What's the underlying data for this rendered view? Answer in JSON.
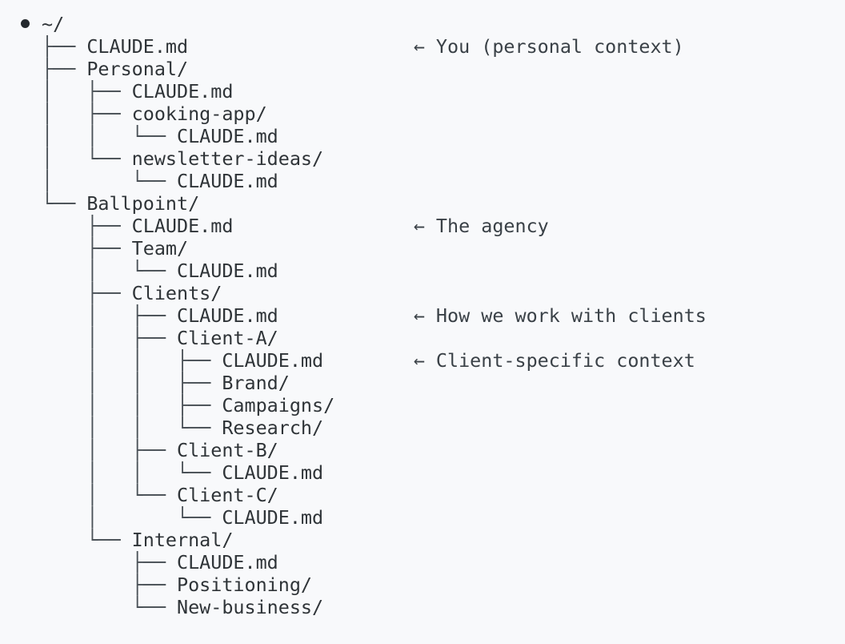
{
  "document": {
    "kind": "ascii-directory-tree",
    "background_color": "#f8f9fb",
    "text_color": "#3a4147",
    "glyph_color": "#4a5157",
    "root_marker": "bullet",
    "note_column": 33,
    "root_label": "~/"
  },
  "tree": {
    "lines": [
      {
        "prefix": "",
        "label": "~/",
        "note": "",
        "depth": 0
      },
      {
        "prefix": "├── ",
        "label": "CLAUDE.md",
        "note": "← You (personal context)",
        "depth": 1
      },
      {
        "prefix": "├── ",
        "label": "Personal/",
        "note": "",
        "depth": 1
      },
      {
        "prefix": "│   ├── ",
        "label": "CLAUDE.md",
        "note": "",
        "depth": 2
      },
      {
        "prefix": "│   ├── ",
        "label": "cooking-app/",
        "note": "",
        "depth": 2
      },
      {
        "prefix": "│   │   └── ",
        "label": "CLAUDE.md",
        "note": "",
        "depth": 3
      },
      {
        "prefix": "│   └── ",
        "label": "newsletter-ideas/",
        "note": "",
        "depth": 2
      },
      {
        "prefix": "│       └── ",
        "label": "CLAUDE.md",
        "note": "",
        "depth": 3
      },
      {
        "prefix": "└── ",
        "label": "Ballpoint/",
        "note": "",
        "depth": 1
      },
      {
        "prefix": "    ├── ",
        "label": "CLAUDE.md",
        "note": "← The agency",
        "depth": 2
      },
      {
        "prefix": "    ├── ",
        "label": "Team/",
        "note": "",
        "depth": 2
      },
      {
        "prefix": "    │   └── ",
        "label": "CLAUDE.md",
        "note": "",
        "depth": 3
      },
      {
        "prefix": "    ├── ",
        "label": "Clients/",
        "note": "",
        "depth": 2
      },
      {
        "prefix": "    │   ├── ",
        "label": "CLAUDE.md",
        "note": "← How we work with clients",
        "depth": 3
      },
      {
        "prefix": "    │   ├── ",
        "label": "Client-A/",
        "note": "",
        "depth": 3
      },
      {
        "prefix": "    │   │   ├── ",
        "label": "CLAUDE.md",
        "note": "← Client-specific context",
        "depth": 4
      },
      {
        "prefix": "    │   │   ├── ",
        "label": "Brand/",
        "note": "",
        "depth": 4
      },
      {
        "prefix": "    │   │   ├── ",
        "label": "Campaigns/",
        "note": "",
        "depth": 4
      },
      {
        "prefix": "    │   │   └── ",
        "label": "Research/",
        "note": "",
        "depth": 4
      },
      {
        "prefix": "    │   ├── ",
        "label": "Client-B/",
        "note": "",
        "depth": 3
      },
      {
        "prefix": "    │   │   └── ",
        "label": "CLAUDE.md",
        "note": "",
        "depth": 4
      },
      {
        "prefix": "    │   └── ",
        "label": "Client-C/",
        "note": "",
        "depth": 3
      },
      {
        "prefix": "    │       └── ",
        "label": "CLAUDE.md",
        "note": "",
        "depth": 4
      },
      {
        "prefix": "    └── ",
        "label": "Internal/",
        "note": "",
        "depth": 2
      },
      {
        "prefix": "        ├── ",
        "label": "CLAUDE.md",
        "note": "",
        "depth": 3
      },
      {
        "prefix": "        ├── ",
        "label": "Positioning/",
        "note": "",
        "depth": 3
      },
      {
        "prefix": "        └── ",
        "label": "New-business/",
        "note": "",
        "depth": 3
      }
    ]
  }
}
